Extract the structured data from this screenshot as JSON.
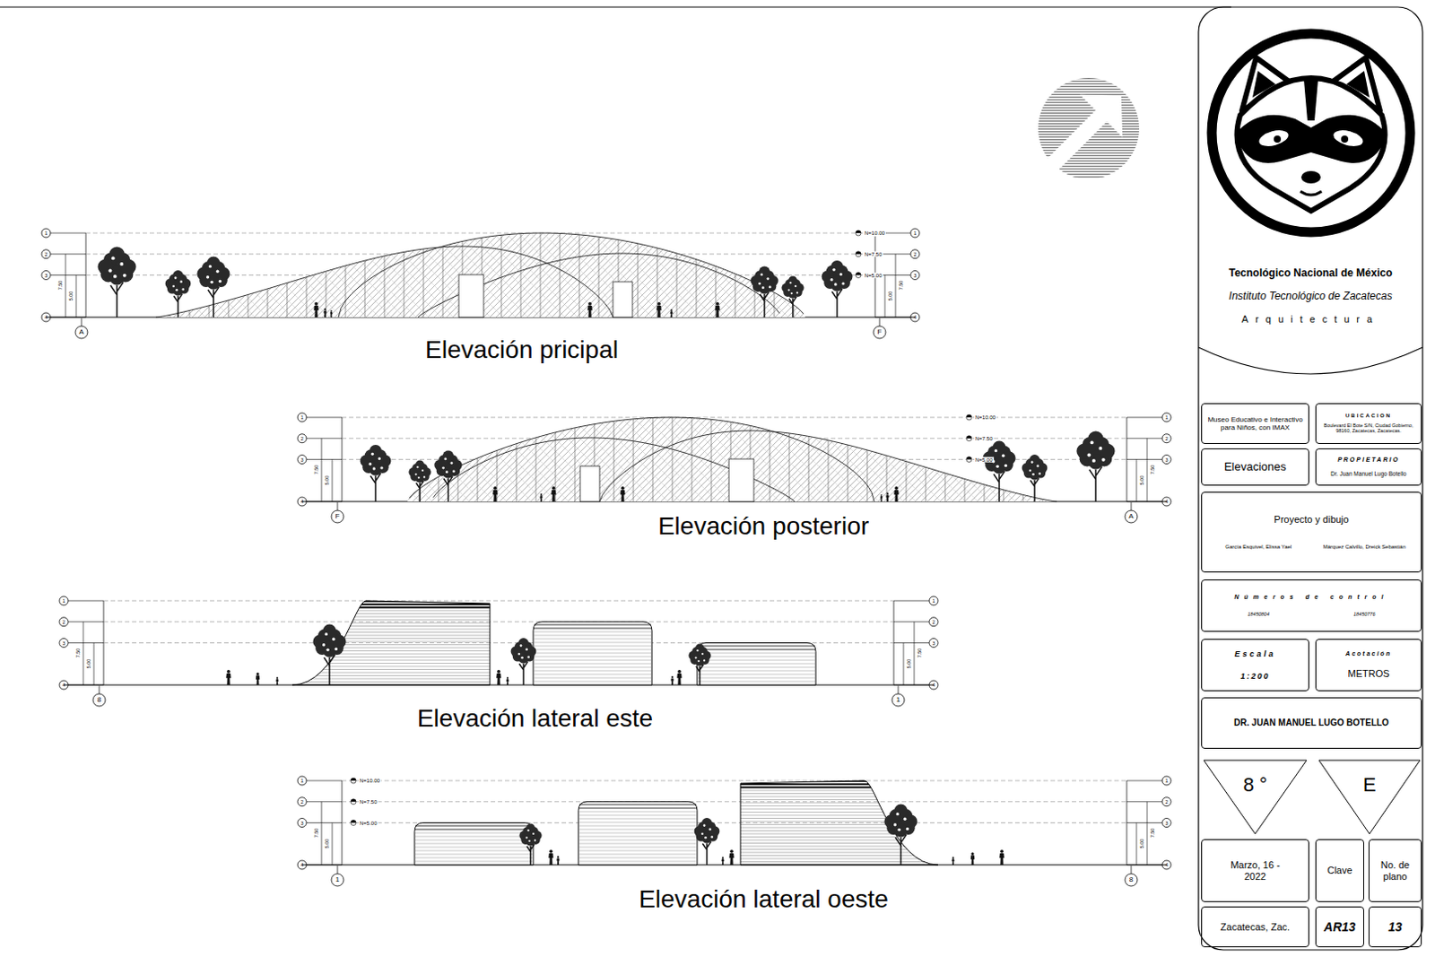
{
  "diagram": {
    "nodes": [
      {
        "text": [
          "Tecnológico Nacional de México",
          "Instituto Tecnológico de Zacatecas",
          "Arquitectura"
        ]
      },
      {
        "text": [
          "Museo Educativo e Interactivo para Niños, con IMAX"
        ]
      },
      {
        "text": [
          "UBICACION",
          "Boulevard El Bote S/N, Ciudad Gobierno, 98160, Zacatecas, Zacatecas."
        ]
      },
      {
        "text": [
          "Elevaciones"
        ]
      },
      {
        "text": [
          "PROPIETARIO",
          "Dr. Juan Manuel Lugo Botello"
        ]
      },
      {
        "text": [
          "Proyecto y dibujo",
          "García Esquivel, Elissa Yael",
          "Márquez Calvillo, Dreick Sebastián"
        ]
      },
      {
        "text": [
          "Números de control",
          "18450804",
          "18450776"
        ]
      },
      {
        "text": [
          "Escala",
          "1:200"
        ]
      },
      {
        "text": [
          "Acotación",
          "METROS"
        ]
      },
      {
        "text": [
          "DR. JUAN MANUEL LUGO BOTELLO"
        ]
      },
      {
        "text": [
          "8 °"
        ]
      },
      {
        "text": [
          "E"
        ]
      },
      {
        "text": [
          "Marzo, 16 - 2022"
        ]
      },
      {
        "text": [
          "Clave"
        ]
      },
      {
        "text": [
          "No. de plano"
        ]
      },
      {
        "text": [
          "Zacatecas, Zac."
        ]
      },
      {
        "text": [
          "AR13"
        ]
      },
      {
        "text": [
          "13"
        ]
      }
    ],
    "labels": [
      "Elevación pricipal",
      "A",
      "F",
      "1",
      "2",
      "3",
      "4",
      "1",
      "2",
      "3",
      "4",
      "7.50",
      "5.00",
      "7.50",
      "5.00",
      "N=10.00",
      "N=7.50",
      "N=5.00",
      "Elevación posterior",
      "F",
      "A",
      "1",
      "2",
      "3",
      "4",
      "1",
      "2",
      "3",
      "4",
      "7.50",
      "5.00",
      "7.50",
      "5.00",
      "N=10.00",
      "N=7.50",
      "N=5.00",
      "Elevación lateral este",
      "8",
      "1",
      "1",
      "2",
      "3",
      "4",
      "1",
      "2",
      "3",
      "4",
      "7.50",
      "5.00",
      "7.50",
      "5.00",
      "Elevación lateral oeste",
      "1",
      "8",
      "1",
      "2",
      "3",
      "4",
      "1",
      "2",
      "3",
      "4",
      "7.50",
      "5.00",
      "7.50",
      "5.00",
      "N=10.00",
      "N=7.50",
      "N=5.00"
    ]
  }
}
